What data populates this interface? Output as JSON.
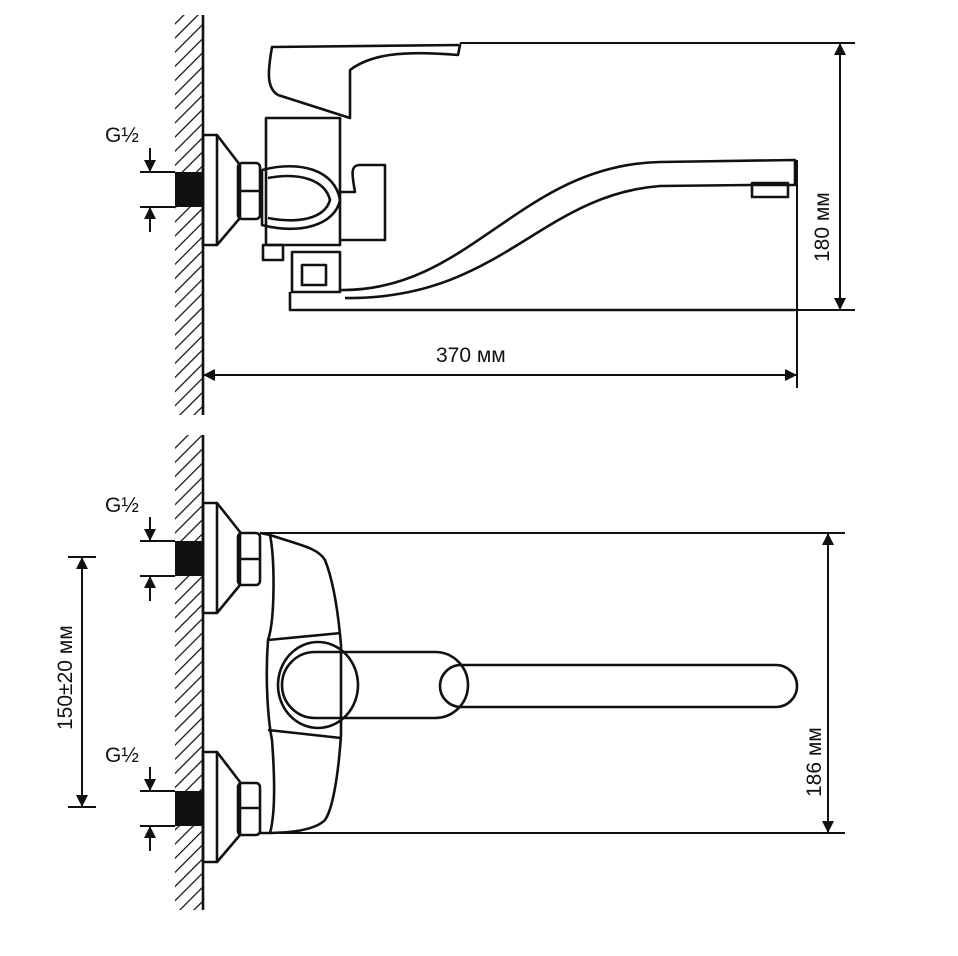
{
  "title": "Wall-mounted mixer faucet dimension drawing",
  "colors": {
    "line": "#111111",
    "background": "#ffffff"
  },
  "labels": {
    "thread_side_top": "G½",
    "thread_front_upper": "G½",
    "thread_front_lower": "G½",
    "spout_length": "370 мм",
    "height_side": "180 мм",
    "inlet_spacing": "150±20 мм",
    "height_front": "186 мм"
  }
}
